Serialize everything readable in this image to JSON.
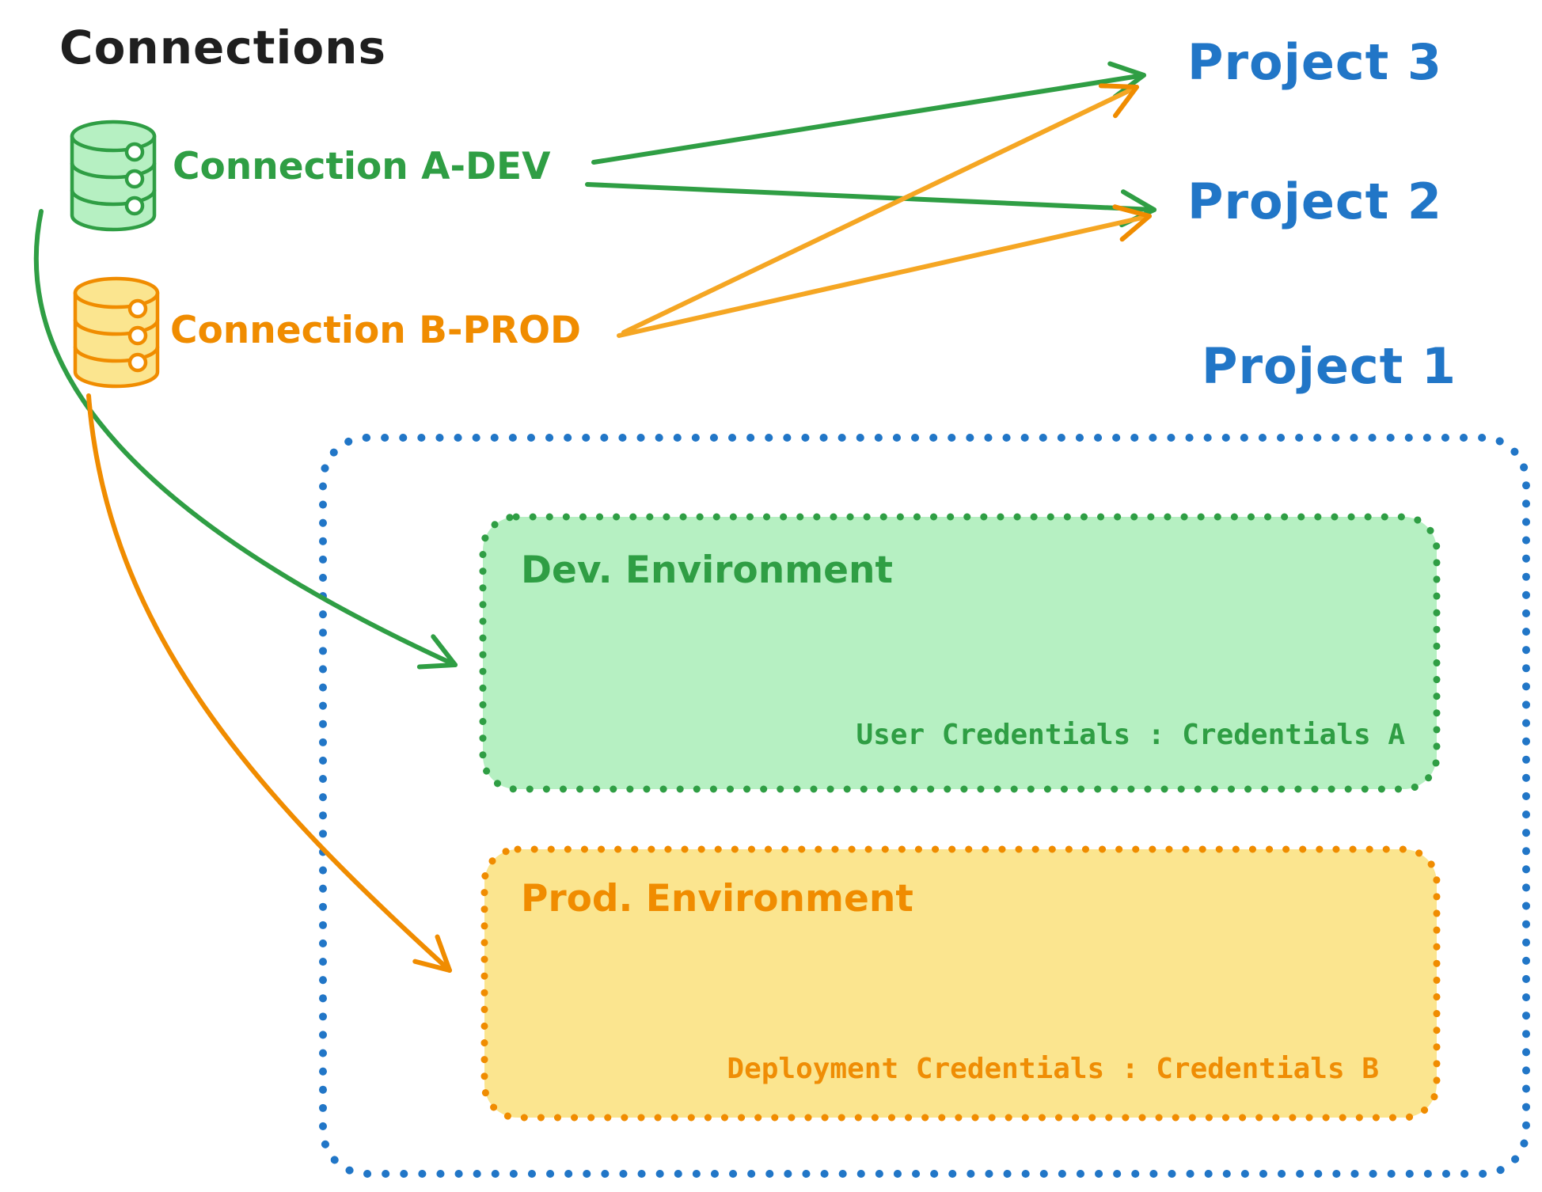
{
  "title": "Connections",
  "colors": {
    "green": "#2f9e44",
    "green_fill": "#b6f0c2",
    "orange": "#f08c00",
    "orange_fill": "#fbe58f",
    "blue": "#2176c7",
    "ink": "#1f1f1f"
  },
  "connections": [
    {
      "label": "Connection A-DEV",
      "icon": "database-icon",
      "color": "#2f9e44"
    },
    {
      "label": "Connection B-PROD",
      "icon": "database-icon",
      "color": "#f08c00"
    }
  ],
  "projects": [
    {
      "label": "Project 3"
    },
    {
      "label": "Project 2"
    },
    {
      "label": "Project 1"
    }
  ],
  "project1_detail": {
    "environments": [
      {
        "title": "Dev. Environment",
        "credentials_label": "User Credentials : Credentials A",
        "color": "#2f9e44"
      },
      {
        "title": "Prod. Environment",
        "credentials_label": "Deployment Credentials : Credentials B",
        "color": "#f08c00"
      }
    ]
  },
  "links": [
    {
      "from": "Connection A-DEV",
      "to": "Project 3"
    },
    {
      "from": "Connection A-DEV",
      "to": "Project 2"
    },
    {
      "from": "Connection B-PROD",
      "to": "Project 3"
    },
    {
      "from": "Connection B-PROD",
      "to": "Project 2"
    },
    {
      "from": "Connection A-DEV",
      "to": "Project 1 : Dev. Environment"
    },
    {
      "from": "Connection B-PROD",
      "to": "Project 1 : Prod. Environment"
    }
  ]
}
